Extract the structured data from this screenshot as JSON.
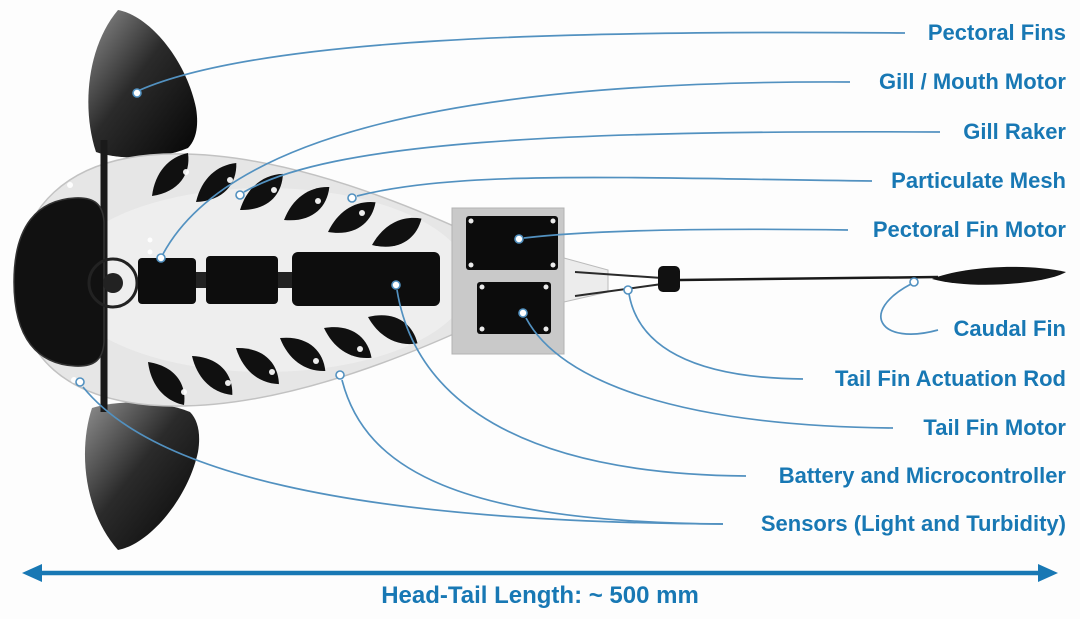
{
  "diagram": {
    "labels": [
      {
        "id": "pectoral-fins",
        "text": "Pectoral Fins"
      },
      {
        "id": "gill-mouth-motor",
        "text": "Gill / Mouth Motor"
      },
      {
        "id": "gill-raker",
        "text": "Gill Raker"
      },
      {
        "id": "particulate-mesh",
        "text": "Particulate Mesh"
      },
      {
        "id": "pectoral-fin-motor",
        "text": "Pectoral Fin Motor"
      },
      {
        "id": "caudal-fin",
        "text": "Caudal Fin"
      },
      {
        "id": "tail-fin-actuation-rod",
        "text": "Tail Fin Actuation Rod"
      },
      {
        "id": "tail-fin-motor",
        "text": "Tail Fin Motor"
      },
      {
        "id": "battery-microcontroller",
        "text": "Battery and Microcontroller"
      },
      {
        "id": "sensors",
        "text": "Sensors (Light and Turbidity)"
      }
    ],
    "scale_label": "Head-Tail Length: ~ 500 mm",
    "colors": {
      "label_text": "#1878b4",
      "leader_line": "#5291c0",
      "arrow": "#1878b4"
    }
  }
}
